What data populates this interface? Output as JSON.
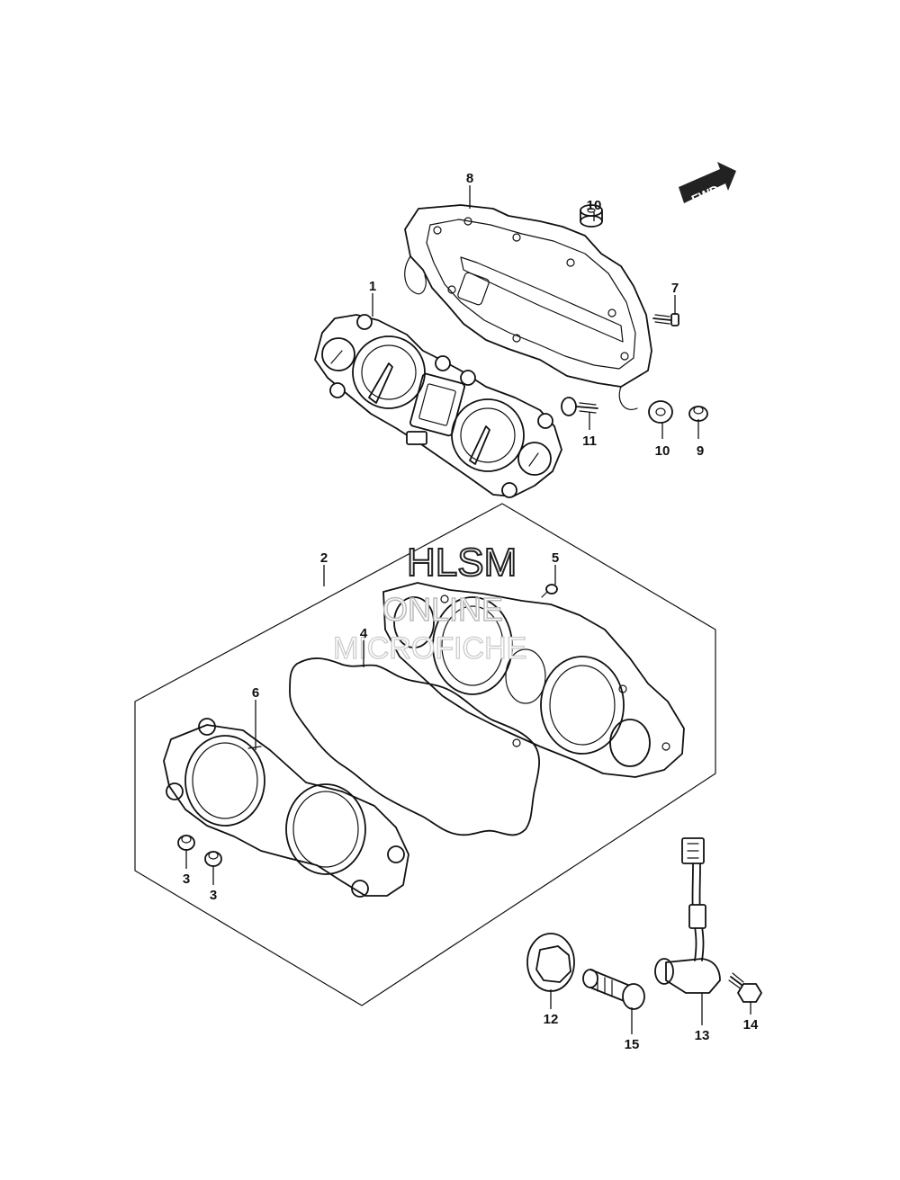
{
  "fwd_label": "FWD",
  "watermark": {
    "line1": "HLSM",
    "line2": "ONLINE",
    "line3": "MICROFICHE"
  },
  "callouts": [
    {
      "id": "part-8",
      "label": "8"
    },
    {
      "id": "part-10a",
      "label": "10"
    },
    {
      "id": "part-1",
      "label": "1"
    },
    {
      "id": "part-7",
      "label": "7"
    },
    {
      "id": "part-11",
      "label": "11"
    },
    {
      "id": "part-10b",
      "label": "10"
    },
    {
      "id": "part-9",
      "label": "9"
    },
    {
      "id": "part-2",
      "label": "2"
    },
    {
      "id": "part-5",
      "label": "5"
    },
    {
      "id": "part-4",
      "label": "4"
    },
    {
      "id": "part-6",
      "label": "6"
    },
    {
      "id": "part-3a",
      "label": "3"
    },
    {
      "id": "part-3b",
      "label": "3"
    },
    {
      "id": "part-12",
      "label": "12"
    },
    {
      "id": "part-15",
      "label": "15"
    },
    {
      "id": "part-13",
      "label": "13"
    },
    {
      "id": "part-14",
      "label": "14"
    }
  ]
}
